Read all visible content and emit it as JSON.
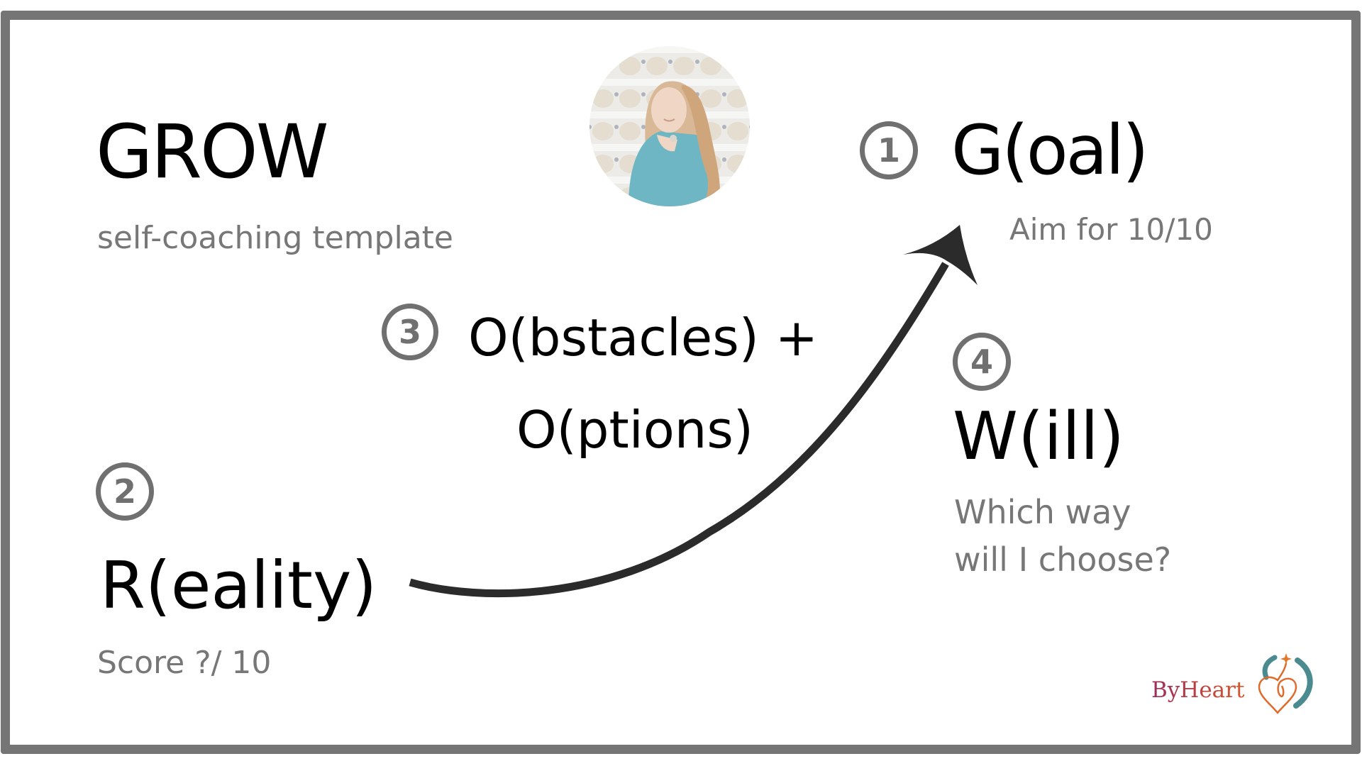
{
  "title": "GROW",
  "subtitle": "self-coaching template",
  "steps": [
    {
      "number": "1",
      "heading": "G(oal)",
      "note": "Aim for 10/10"
    },
    {
      "number": "2",
      "heading": "R(eality)",
      "note": "Score ?/ 10"
    },
    {
      "number": "3",
      "heading_line1": "O(bstacles) +",
      "heading_line2": "O(ptions)"
    },
    {
      "number": "4",
      "heading": "W(ill)",
      "note_line1": "Which way",
      "note_line2": "will I choose?"
    }
  ],
  "photo": {
    "alt": "coach-portrait"
  },
  "logo": {
    "text": "ByHeart",
    "colors": {
      "start": "#9b2d5a",
      "end": "#d9572a",
      "teal": "#4b8b90",
      "star": "#e07a2a"
    }
  },
  "colors": {
    "frame": "#757575",
    "circle": "#707070",
    "subtext": "#777777",
    "arrow": "#2b2b2b"
  }
}
